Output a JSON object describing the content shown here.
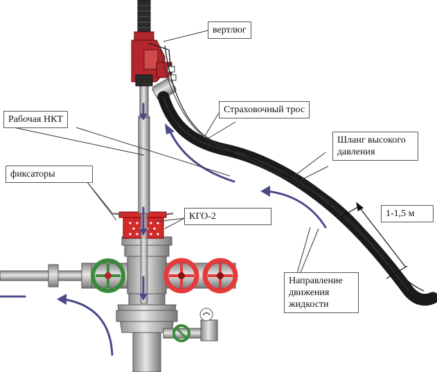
{
  "labels": {
    "swivel": "вертлюг",
    "safety_rope": "Страховочный трос",
    "working_tubing": "Рабочая НКТ",
    "hose_line1": "Шланг высокого",
    "hose_line2": "давления",
    "clamps": "фиксаторы",
    "kgo": "КГО-2",
    "length": "1-1,5 м",
    "flow_line1": "Направление",
    "flow_line2": "движения",
    "flow_line3": "жидкости"
  },
  "colors": {
    "valve_red": "#e53a3a",
    "valve_green": "#3a8a3a",
    "swivel_red": "#b3262d",
    "kgo_red": "#d42a2a",
    "flow_arrow": "#4a4a8a",
    "hose": "#1a1a1a",
    "steel": "#b9b9b9"
  }
}
